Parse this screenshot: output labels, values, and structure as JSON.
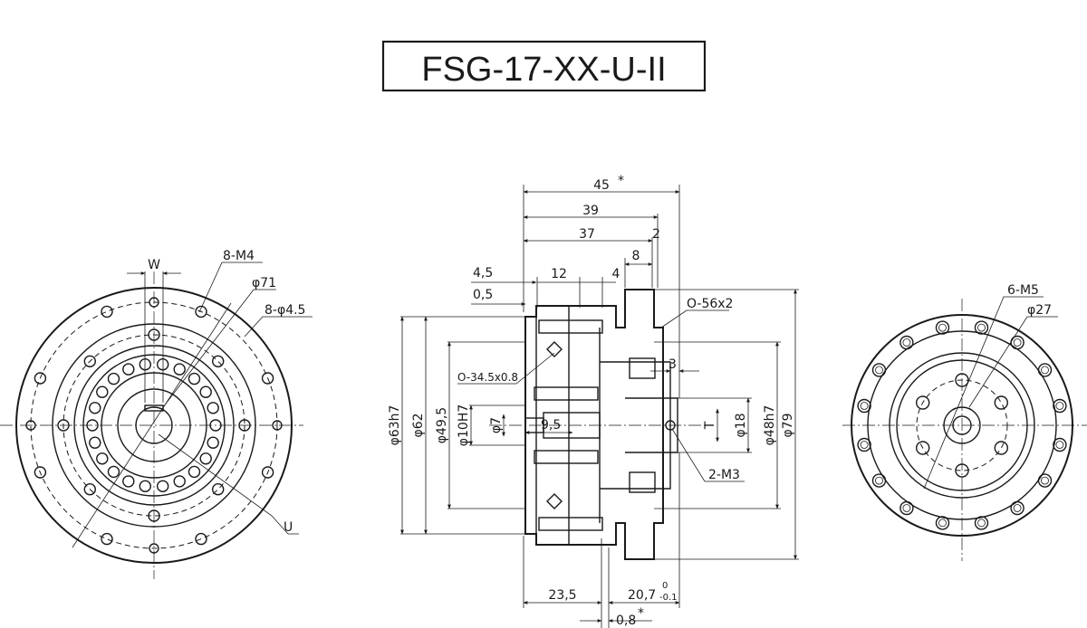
{
  "title": "FSG-17-XX-U-II",
  "front_view": {
    "labels": {
      "width_key": "W",
      "tapped_holes": "8-M4",
      "pcd": "φ71",
      "through_holes": "8-φ4.5",
      "unit_mark": "U"
    }
  },
  "side_view": {
    "top_dims": {
      "overall": "45",
      "overall_star": "*",
      "d39": "39",
      "d37": "37",
      "d2": "2",
      "d8": "8",
      "d4": "4",
      "d12": "12",
      "d4_5": "4,5",
      "d0_5": "0,5"
    },
    "oring_top": "O-56x2",
    "oring_mid": "O-34.5x0.8",
    "d3": "3",
    "t_mark": "T",
    "left_diams": [
      "φ63h7",
      "φ62",
      "φ49,5",
      "φ10H7",
      "φ7"
    ],
    "d9_5": "9,5",
    "right_diams": [
      "φ18",
      "φ48h7",
      "φ79"
    ],
    "tapped_m3": "2-M3",
    "bottom_dims": {
      "d23_5": "23,5",
      "d20_7": "20,7",
      "tol_upper": "0",
      "tol_lower": "-0.1",
      "d0_8": "0,8",
      "d0_8_star": "*"
    }
  },
  "rear_view": {
    "labels": {
      "tapped_holes": "6-M5",
      "pcd": "φ27"
    }
  }
}
